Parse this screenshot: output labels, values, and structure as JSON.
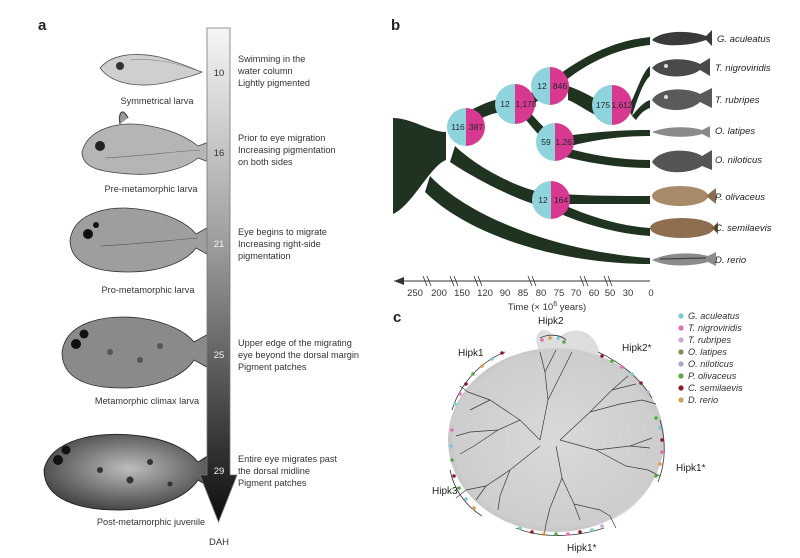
{
  "panels": {
    "a": "a",
    "b": "b",
    "c": "c"
  },
  "panel_a": {
    "scale_label": "DAH",
    "stages": [
      {
        "day": "10",
        "name": "Symmetrical larva",
        "lines": [
          "Swimming in the",
          "water column",
          "Lightly pigmented"
        ]
      },
      {
        "day": "16",
        "name": "Pre-metamorphic larva",
        "lines": [
          "Prior to eye migration",
          "Increasing pigmentation",
          "on both sides"
        ]
      },
      {
        "day": "21",
        "name": "Pro-metamorphic larva",
        "lines": [
          "Eye begins to migrate",
          "Increasing right-side",
          "pigmentation"
        ]
      },
      {
        "day": "25",
        "name": "Metamorphic climax larva",
        "lines": [
          "Upper edge of the migrating",
          "eye beyond the dorsal margin",
          "Pigment patches"
        ]
      },
      {
        "day": "29",
        "name": "Post-metamorphic juvenile",
        "lines": [
          "Entire eye migrates past",
          "the dorsal midline",
          "Pigment patches"
        ]
      }
    ]
  },
  "panel_b": {
    "species": [
      "G. aculeatus",
      "T. nigroviridis",
      "T. rubripes",
      "O. latipes",
      "O. niloticus",
      "P. olivaceus",
      "C. semilaevis",
      "D. rerio"
    ],
    "nodes": [
      {
        "left": "116",
        "right": "387"
      },
      {
        "left": "12",
        "right": "1,178"
      },
      {
        "left": "12",
        "right": "846"
      },
      {
        "left": "175",
        "right": "1,612"
      },
      {
        "left": "59",
        "right": "1,263"
      },
      {
        "left": "12",
        "right": "164"
      }
    ],
    "axis_ticks": [
      "250",
      "200",
      "150",
      "120",
      "90",
      "85",
      "80",
      "75",
      "70",
      "60",
      "50",
      "30",
      "0"
    ],
    "axis_title_pre": "Time (× 10",
    "axis_title_sup": "6",
    "axis_title_post": " years)",
    "colors": {
      "tree": "#1f3320",
      "cyan": "#8fd3dc",
      "magenta": "#d6398f"
    }
  },
  "panel_c": {
    "clades": [
      "Hipk1",
      "Hipk2",
      "Hipk2*",
      "Hipk1*",
      "Hipk3",
      "Hipk1*"
    ],
    "legend": [
      {
        "name": "G. aculeatus",
        "color": "#7ec9d6"
      },
      {
        "name": "T. nigroviridis",
        "color": "#e070b0"
      },
      {
        "name": "T. rubripes",
        "color": "#c8a8d8"
      },
      {
        "name": "O. latipes",
        "color": "#8a8a4a"
      },
      {
        "name": "O. niloticus",
        "color": "#b0a0c8"
      },
      {
        "name": "P. olivaceus",
        "color": "#5aa845"
      },
      {
        "name": "C. semilaevis",
        "color": "#8b1a2a"
      },
      {
        "name": "D. rerio",
        "color": "#d4a050"
      }
    ]
  }
}
